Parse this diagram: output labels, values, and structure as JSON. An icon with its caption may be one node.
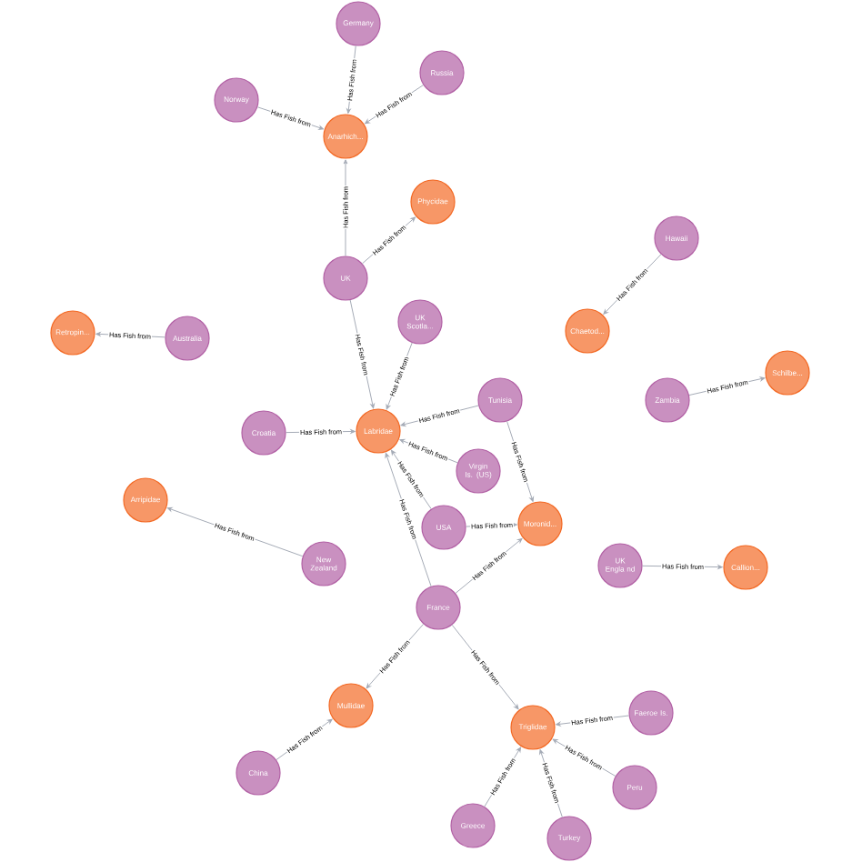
{
  "diagram": {
    "nodes": [
      {
        "text": [
          "Germany"
        ]
      },
      {
        "text": [
          "Russia"
        ]
      },
      {
        "text": [
          "Norway"
        ]
      },
      {
        "text": [
          "Anarhich..."
        ]
      },
      {
        "text": [
          "Phycidae"
        ]
      },
      {
        "text": [
          "UK"
        ]
      },
      {
        "text": [
          "UK Scotla..."
        ]
      },
      {
        "text": [
          "Hawaii"
        ]
      },
      {
        "text": [
          "Chaetod..."
        ]
      },
      {
        "text": [
          "Retropin..."
        ]
      },
      {
        "text": [
          "Australia"
        ]
      },
      {
        "text": [
          "Schilbe..."
        ]
      },
      {
        "text": [
          "Zambia"
        ]
      },
      {
        "text": [
          "Tunisia"
        ]
      },
      {
        "text": [
          "Croatia"
        ]
      },
      {
        "text": [
          "Labridae"
        ]
      },
      {
        "text": [
          "Virgin Is. (US)"
        ]
      },
      {
        "text": [
          "Arripidae"
        ]
      },
      {
        "text": [
          "USA"
        ]
      },
      {
        "text": [
          "Moronid..."
        ]
      },
      {
        "text": [
          "New Zealand"
        ]
      },
      {
        "text": [
          "UK Engla nd"
        ]
      },
      {
        "text": [
          "Callion..."
        ]
      },
      {
        "text": [
          "France"
        ]
      },
      {
        "text": [
          "Mullidae"
        ]
      },
      {
        "text": [
          "Triglidae"
        ]
      },
      {
        "text": [
          "Faeroe Is."
        ]
      },
      {
        "text": [
          "China"
        ]
      },
      {
        "text": [
          "Peru"
        ]
      },
      {
        "text": [
          "Greece"
        ]
      },
      {
        "text": [
          "Turkey"
        ]
      }
    ],
    "edges": [
      {
        "from": 0,
        "to": 3,
        "arrow": "to",
        "label": "Has Fish from"
      },
      {
        "from": 1,
        "to": 3,
        "arrow": "to",
        "label": "Has Fish from"
      },
      {
        "from": 2,
        "to": 3,
        "arrow": "to",
        "label": "Has Fish from"
      },
      {
        "from": 5,
        "to": 3,
        "arrow": "to",
        "label": "Has Fish from"
      },
      {
        "from": 5,
        "to": 4,
        "arrow": "to",
        "label": "Has Fish from"
      },
      {
        "from": 5,
        "to": 15,
        "arrow": "to",
        "label": "Has Fish from"
      },
      {
        "from": 6,
        "to": 15,
        "arrow": "to",
        "label": "Has Fish from"
      },
      {
        "from": 7,
        "to": 8,
        "arrow": "to",
        "label": "Has Fish from"
      },
      {
        "from": 10,
        "to": 9,
        "arrow": "to",
        "label": "Has Fish from"
      },
      {
        "from": 12,
        "to": 11,
        "arrow": "to",
        "label": "Has Fish from"
      },
      {
        "from": 13,
        "to": 15,
        "arrow": "to",
        "label": "Has Fish from"
      },
      {
        "from": 14,
        "to": 15,
        "arrow": "to",
        "label": "Has Fish from"
      },
      {
        "from": 16,
        "to": 15,
        "arrow": "to",
        "label": "Has Fish from"
      },
      {
        "from": 18,
        "to": 15,
        "arrow": "to",
        "label": "Has Fish from"
      },
      {
        "from": 23,
        "to": 15,
        "arrow": "to",
        "label": "Has Fish from"
      },
      {
        "from": 13,
        "to": 19,
        "arrow": "to",
        "label": "Has Fish from"
      },
      {
        "from": 18,
        "to": 19,
        "arrow": "to",
        "label": "Has Fish from"
      },
      {
        "from": 23,
        "to": 19,
        "arrow": "to",
        "label": "Has Fish from"
      },
      {
        "from": 20,
        "to": 17,
        "arrow": "to",
        "label": "Has Fish from"
      },
      {
        "from": 21,
        "to": 22,
        "arrow": "to",
        "label": "Has Fish from"
      },
      {
        "from": 23,
        "to": 24,
        "arrow": "to",
        "label": "Has Fish from"
      },
      {
        "from": 27,
        "to": 24,
        "arrow": "to",
        "label": "Has Fish from"
      },
      {
        "from": 23,
        "to": 25,
        "arrow": "to",
        "label": "Has Fish from"
      },
      {
        "from": 26,
        "to": 25,
        "arrow": "to",
        "label": "Has Fish from"
      },
      {
        "from": 28,
        "to": 25,
        "arrow": "to",
        "label": "Has Fish from"
      },
      {
        "from": 29,
        "to": 25,
        "arrow": "to",
        "label": "Has Fish from"
      },
      {
        "from": 30,
        "to": 25,
        "arrow": "to",
        "label": "Has Fish from"
      }
    ]
  }
}
